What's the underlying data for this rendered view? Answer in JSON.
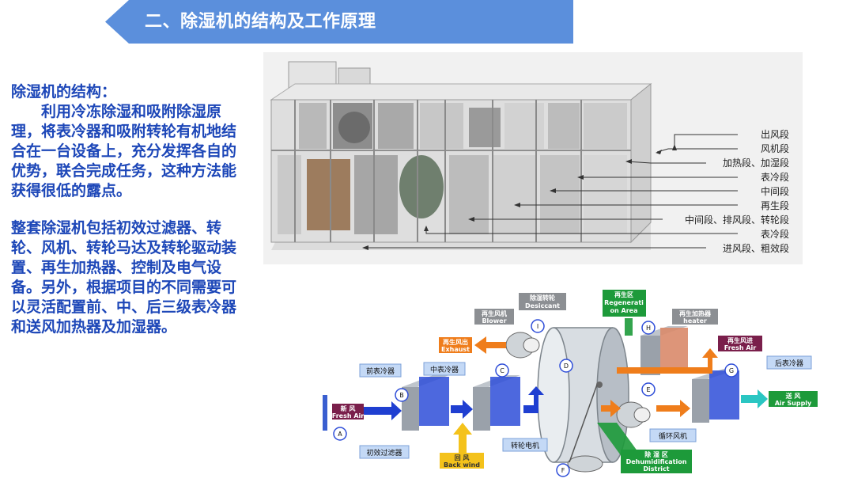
{
  "header": {
    "title": "二、除湿机的结构及工作原理"
  },
  "left": {
    "heading": "除湿机的结构：",
    "para1": "利用冷冻除湿和吸附除湿原理，将表冷器和吸附转轮有机地结合在一台设备上，充分发挥各自的优势，联合完成任务，这种方法能获得很低的露点。",
    "para2": "整套除湿机包括初效过滤器、转轮、风机、转轮马达及转轮驱动装置、再生加热器、控制及电气设备。另外，根据项目的不同需要可以灵活配置前、中、后三级表冷器和送风加热器及加湿器。"
  },
  "photo": {
    "labels": [
      "出风段",
      "风机段",
      "加热段、加湿段",
      "表冷段",
      "中间段",
      "再生段",
      "中间段、排风段、转轮段",
      "表冷段",
      "进风段、粗效段"
    ]
  },
  "diagram": {
    "desiccant": [
      "除湿转轮",
      "Desiccant"
    ],
    "regen_area": [
      "再生区",
      "Regenerati",
      "on Area"
    ],
    "regen_blower": [
      "再生风机",
      "Blower"
    ],
    "regen_heater": [
      "再生加热器",
      "heater"
    ],
    "regen_exhaust": [
      "再生风出",
      "Exhaust"
    ],
    "regen_in": [
      "再生风进",
      "Fresh Air"
    ],
    "pre_cooler": "前表冷器",
    "mid_cooler": "中表冷器",
    "post_cooler": "后表冷器",
    "fresh_air": [
      "新    风",
      "Fresh Air"
    ],
    "supply_air": [
      "送    风",
      "Air Supply"
    ],
    "return_air": [
      "回    风",
      "Back wind"
    ],
    "primary_filter": "初效过滤器",
    "wheel_motor": "转轮电机",
    "circ_fan": "循环风机",
    "dehum_area": [
      "除    湿    区",
      "Dehumidification",
      "District"
    ],
    "markers": [
      "A",
      "B",
      "C",
      "D",
      "E",
      "F",
      "G",
      "H",
      "I"
    ]
  }
}
